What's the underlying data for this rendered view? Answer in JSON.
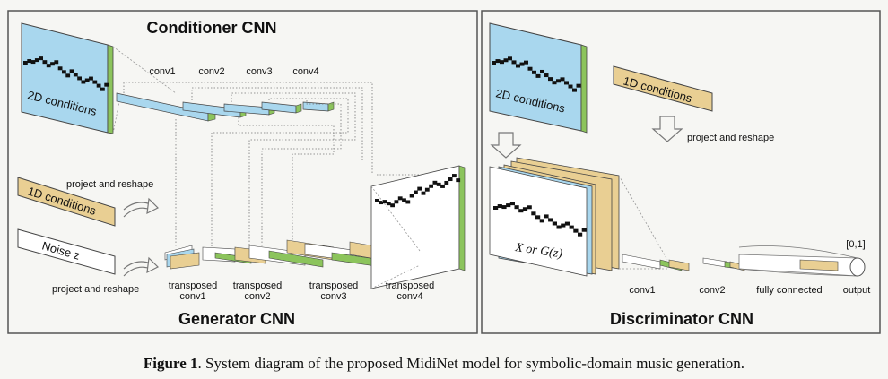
{
  "panels": {
    "conditioner_title": "Conditioner CNN",
    "generator_title": "Generator CNN",
    "discriminator_title": "Discriminator CNN"
  },
  "labels": {
    "cond_2d": "2D conditions",
    "cond_1d": "1D conditions",
    "noise": "Noise z",
    "project_reshape": "project and reshape",
    "conv1": "conv1",
    "conv2": "conv2",
    "conv3": "conv3",
    "conv4": "conv4",
    "transposed": "transposed",
    "x_or_gz": "X or G(z)",
    "fully_connected": "fully connected",
    "output": "output",
    "output_range": "[0,1]"
  },
  "caption": {
    "label": "Figure 1",
    "text": ". System diagram of the proposed MidiNet model for symbolic-domain music generation."
  },
  "colors": {
    "blue": "#a9d7ee",
    "tan": "#e9cf93",
    "green": "#8cc45c",
    "border": "#444444"
  }
}
